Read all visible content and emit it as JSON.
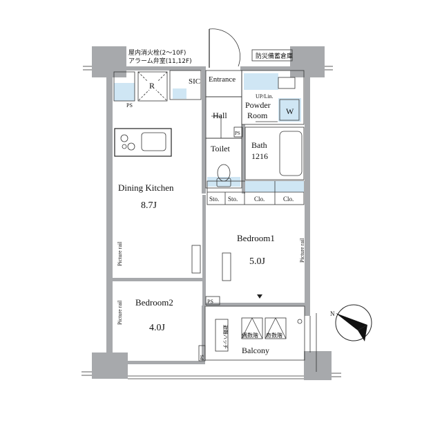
{
  "rooms": {
    "dining_kitchen": {
      "name": "Dining Kitchen",
      "size": "8.7J"
    },
    "bedroom1": {
      "name": "Bedroom1",
      "size": "5.0J"
    },
    "bedroom2": {
      "name": "Bedroom2",
      "size": "4.0J"
    },
    "entrance": "Entrance",
    "hall": "Hall",
    "toilet": "Toilet",
    "bath": {
      "name": "Bath",
      "size": "1216"
    },
    "powder_room": {
      "line1": "Powder",
      "line2": "Room"
    },
    "balcony": "Balcony",
    "sic": "SIC"
  },
  "labels": {
    "ps": "PS",
    "refrigerator": "R",
    "washer": "W",
    "up_lin": "UP/Lin.",
    "sto": "Sto.",
    "clo": "Clo.",
    "picture_rail": "Picture rail"
  },
  "notes": {
    "fire_hydrant_line1": "屋内消火栓(2〜10F)",
    "fire_hydrant_line2": "アラーム弁室(11,12F)",
    "disaster_storage": "防災備蓄倉庫",
    "even_floors": "偶数階",
    "odd_floors": "奇数階",
    "hatch": "避難ハッチ"
  },
  "colors": {
    "wall": "#a7a9ac",
    "wet_area": "#cfe6f4",
    "line": "#222222"
  },
  "icons": {
    "north_arrow": "north-arrow-icon"
  }
}
